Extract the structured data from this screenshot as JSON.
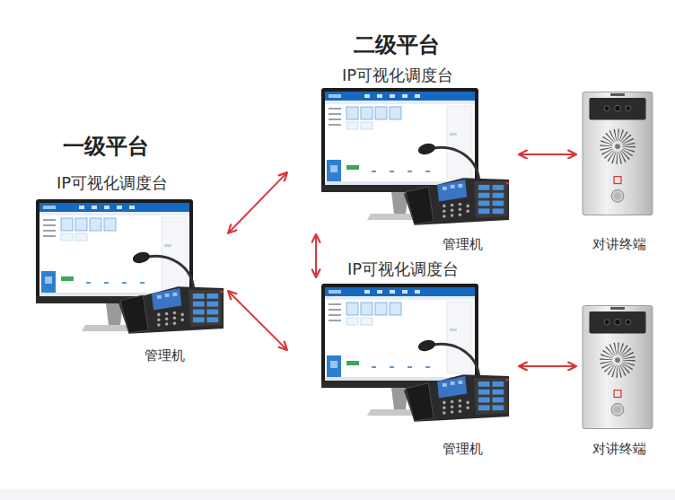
{
  "diagram": {
    "nodes": [
      {
        "text": [
          "一级平台",
          "IP可视化调度台",
          "管理机"
        ]
      },
      {
        "text": [
          "二级平台",
          "IP可视化调度台",
          "管理机"
        ]
      },
      {
        "text": [
          "IP可视化调度台",
          "管理机"
        ]
      },
      {
        "text": [
          "对讲终端"
        ]
      },
      {
        "text": [
          "对讲终端"
        ]
      }
    ],
    "edges": [
      {
        "from": 0,
        "to": 1,
        "arrow": "both"
      },
      {
        "from": 0,
        "to": 2,
        "arrow": "both"
      },
      {
        "from": 1,
        "to": 2,
        "arrow": "both"
      },
      {
        "from": 1,
        "to": 3,
        "arrow": "both"
      },
      {
        "from": 2,
        "to": 4,
        "arrow": "both"
      }
    ]
  }
}
